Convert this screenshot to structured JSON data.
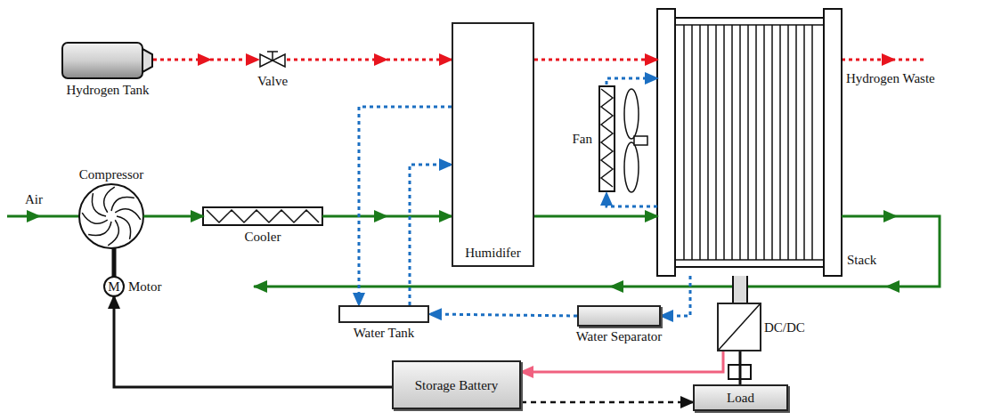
{
  "diagram": {
    "nodes": [
      {
        "text": [
          "Hydrogen Tank"
        ]
      },
      {
        "text": [
          "Valve"
        ]
      },
      {
        "text": [
          "Humidifer"
        ]
      },
      {
        "text": [
          "Stack"
        ]
      },
      {
        "text": [
          "Compressor"
        ]
      },
      {
        "text": [
          "M",
          "Motor"
        ]
      },
      {
        "text": [
          "Cooler"
        ]
      },
      {
        "text": [
          "Fan"
        ]
      },
      {
        "text": [
          "Water Tank"
        ]
      },
      {
        "text": [
          "Water Separator"
        ]
      },
      {
        "text": [
          "DC/DC"
        ]
      },
      {
        "text": [
          "Storage Battery"
        ]
      },
      {
        "text": [
          "Load"
        ]
      }
    ],
    "edges": [
      {
        "from": 0,
        "to": 1,
        "arrow": "to"
      },
      {
        "from": 1,
        "to": 2,
        "arrow": "to"
      },
      {
        "from": 2,
        "to": 3,
        "arrow": "to"
      },
      {
        "from": 4,
        "to": 6,
        "arrow": "to"
      },
      {
        "from": 6,
        "to": 2,
        "arrow": "to"
      },
      {
        "from": 2,
        "to": 3,
        "arrow": "to"
      },
      {
        "from": 7,
        "to": 3,
        "arrow": "to"
      },
      {
        "from": 3,
        "to": 7,
        "arrow": "to"
      },
      {
        "from": 3,
        "to": 9,
        "arrow": "to"
      },
      {
        "from": 9,
        "to": 8,
        "arrow": "to"
      },
      {
        "from": 8,
        "to": 2,
        "arrow": "to"
      },
      {
        "from": 2,
        "to": 8,
        "arrow": "to"
      },
      {
        "from": 3,
        "to": 10,
        "arrow": "none"
      },
      {
        "from": 10,
        "to": 12,
        "arrow": "none"
      },
      {
        "from": 10,
        "to": 11,
        "arrow": "to"
      },
      {
        "from": 11,
        "to": 12,
        "arrow": "to"
      },
      {
        "from": 11,
        "to": 5,
        "arrow": "to"
      },
      {
        "from": 5,
        "to": 4,
        "arrow": "none"
      }
    ],
    "labels": [
      "Air",
      "Hydrogen Waste"
    ]
  }
}
